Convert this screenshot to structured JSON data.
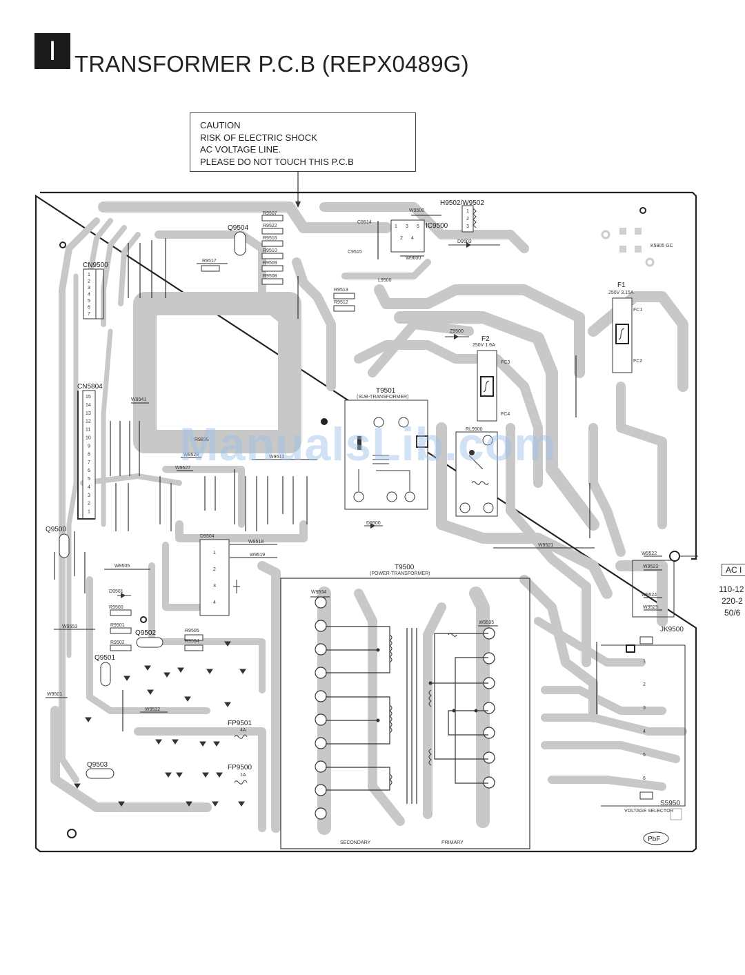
{
  "section": {
    "letter": "I"
  },
  "title": "TRANSFORMER P.C.B (REPX0489G)",
  "caution": {
    "lines": [
      "CAUTION",
      "RISK OF ELECTRIC SHOCK",
      "AC VOLTAGE LINE.",
      "PLEASE DO NOT TOUCH THIS P.C.B"
    ]
  },
  "watermark": "ManualsLib.com",
  "ac_in": {
    "label": "AC I",
    "lines": [
      "110-12",
      "220-2",
      "50/6"
    ]
  },
  "components": {
    "cn9500": "CN9500",
    "cn5804": "CN5804",
    "q9504": "Q9504",
    "q9500": "Q9500",
    "q9501": "Q9501",
    "q9502": "Q9502",
    "q9503": "Q9503",
    "ic9500": "IC9500",
    "h9502": "H9502/W9502",
    "f1": "F1",
    "f1_rating": "250V 3.15A",
    "fc1": "FC1",
    "fc2": "FC2",
    "f2": "F2",
    "f2_rating": "250V 1.6A",
    "fc3": "FC3",
    "fc4": "FC4",
    "t9501": "T9501",
    "t9501_desc": "(SUB-TRANSFORMER)",
    "rl9500": "RL9500",
    "t9500": "T9500",
    "t9500_desc": "(POWER-TRANSFORMER)",
    "jk9500": "JK9500",
    "s5950": "S5950",
    "s5950_desc": "VOLTAGE SELECTOR",
    "fp9501": "FP9501",
    "fp9501_rating": "4A",
    "fp9500": "FP9500",
    "fp9500_rating": "1A",
    "d9504": "D9504",
    "d9500": "D9500",
    "d9503": "D9503",
    "z9500": "Z9500",
    "l9500": "L9500",
    "k5805": "K5805 GC",
    "secondary": "SECONDARY",
    "primary": "PRIMARY",
    "pbf": "PbF"
  },
  "refs": [
    "R9507",
    "R9522",
    "R9516",
    "R9510",
    "R9509",
    "R9508",
    "R9517",
    "R9513",
    "R9512",
    "R9505",
    "R9504",
    "R9501",
    "R9500",
    "R9502",
    "R9836",
    "C9514",
    "C9515",
    "W9500",
    "W9600",
    "W9518",
    "W9519",
    "W9521",
    "W9522",
    "W9523",
    "W9524",
    "W9525",
    "W9534",
    "W9535",
    "W9505",
    "W9553",
    "W9501",
    "W9532",
    "W9541",
    "W9528",
    "W9527",
    "W9513",
    "D9501"
  ],
  "cn9500_pins": [
    "1",
    "2",
    "3",
    "4",
    "5",
    "6",
    "7"
  ],
  "cn5804_pins": [
    "15",
    "14",
    "13",
    "12",
    "11",
    "10",
    "9",
    "8",
    "7",
    "6",
    "5",
    "4",
    "3",
    "2",
    "1"
  ],
  "d9504_pins": [
    "1",
    "2",
    "3",
    "4"
  ],
  "jk9500_pins": [
    "1",
    "2",
    "3",
    "4",
    "5",
    "6"
  ],
  "ic9500_pins": [
    "1",
    "3",
    "5",
    "2",
    "4"
  ],
  "h9502_pins": [
    "1",
    "2",
    "3"
  ]
}
